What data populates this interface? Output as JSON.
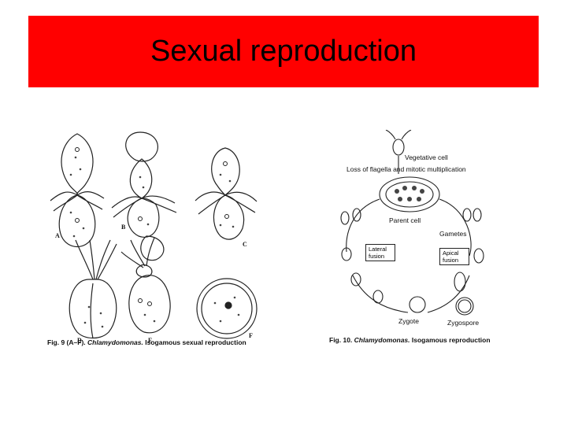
{
  "slide": {
    "title": "Sexual reproduction",
    "title_bar_color": "#ff0000"
  },
  "fig9": {
    "letters": [
      "A",
      "B",
      "C",
      "D",
      "E",
      "F"
    ],
    "caption_prefix": "Fig. 9 (A–F).",
    "caption_species": "Chlamydomonas.",
    "caption_rest": "Isogamous sexual reproduction"
  },
  "fig10": {
    "labels": {
      "vegetative_cell": "Vegetative cell",
      "loss_of_flagella": "Loss of flagella and mitotic multiplication",
      "parent_cell": "Parent cell",
      "gametes": "Gametes",
      "lateral_fusion": "Lateral fusion",
      "apical_fusion": "Apical fusion",
      "zygote": "Zygote",
      "zygospore": "Zygospore"
    },
    "caption_prefix": "Fig. 10.",
    "caption_species": "Chlamydomonas.",
    "caption_rest": "Isogamous reproduction"
  }
}
